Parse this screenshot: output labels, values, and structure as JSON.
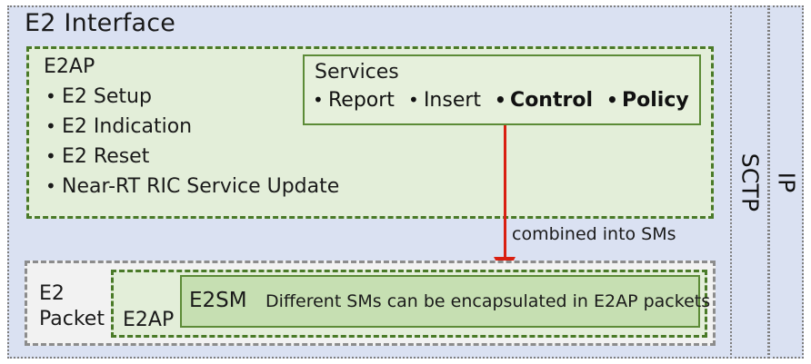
{
  "diagram": {
    "title": "E2 Interface",
    "protocol_columns": [
      {
        "label": "SCTP"
      },
      {
        "label": "IP"
      }
    ],
    "e2ap_top": {
      "title": "E2AP",
      "messages": [
        "E2 Setup",
        "E2 Indication",
        "E2 Reset",
        "Near-RT RIC Service Update"
      ]
    },
    "services": {
      "title": "Services",
      "items": [
        {
          "label": "Report",
          "bold": false
        },
        {
          "label": "Insert",
          "bold": false
        },
        {
          "label": "Control",
          "bold": true
        },
        {
          "label": "Policy",
          "bold": true
        }
      ]
    },
    "arrow": {
      "label": "combined into SMs",
      "color": "#d91f11"
    },
    "packet": {
      "label": "E2\nPacket",
      "label_line1": "E2",
      "label_line2": "Packet",
      "e2ap_label": "E2AP",
      "e2sm_label": "E2SM",
      "e2sm_description": "Different SMs can be encapsulated in E2AP packets"
    },
    "colors": {
      "interface_fill": "#dae1f2",
      "e2ap_fill": "#e3eed9",
      "e2ap_border": "#4a7a28",
      "services_fill": "#e6f0dc",
      "services_border": "#5c8b37",
      "e2sm_fill": "#c6dfb2",
      "packet_fill": "#f2f2f2",
      "packet_border": "#8c8c8c",
      "outer_border": "#7f7f7f",
      "arrow": "#d91f11"
    }
  }
}
